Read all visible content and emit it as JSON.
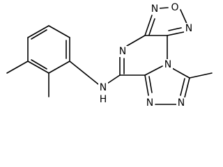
{
  "molecule": {
    "atom_labels": {
      "o_furazan": "O",
      "n_furazan_top": "N",
      "n_furazan_right": "N",
      "n_pyrazine_left": "N",
      "n_bridge": "N",
      "nh_amine": "N",
      "h_amine": "H",
      "n_triazole_bottom_left": "N",
      "n_triazole_bottom_right": "N"
    },
    "colors": {
      "ink": "#000000",
      "background": "#ffffff"
    }
  }
}
